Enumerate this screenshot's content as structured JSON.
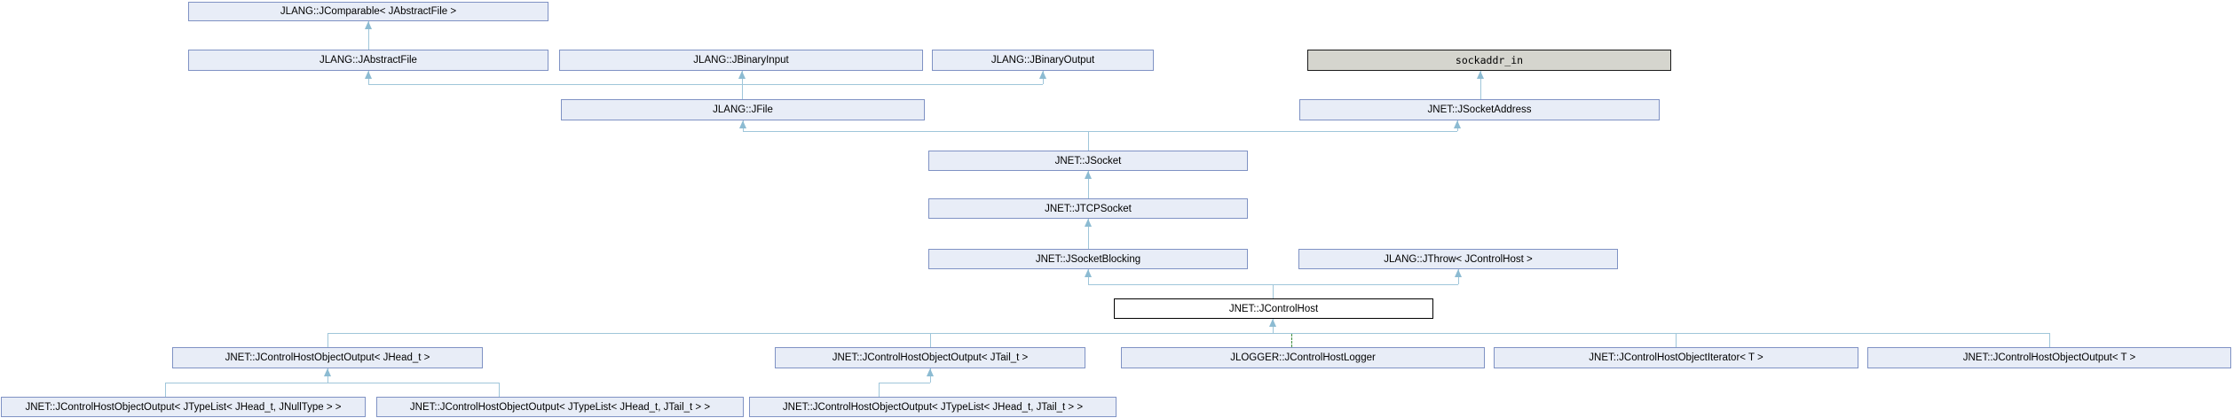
{
  "diagram": {
    "type": "class-inheritance-graph",
    "focus_class": "JNET::JControlHost",
    "colors": {
      "node_fill": "#E8EDF7",
      "node_border": "#7F92C4",
      "external_node_fill": "#D5D5CE",
      "external_node_border": "#1A1A1A",
      "focus_node_fill": "#FFFFFF",
      "focus_node_border": "#000000",
      "edge": "#9FC6DA",
      "arrowhead": "#8CBBD2",
      "protected_edge": "#3F8E3F",
      "background": "#FFFFFF"
    },
    "nodes": [
      {
        "label": "JLANG::JComparable< JAbstractFile >"
      },
      {
        "label": "JLANG::JAbstractFile"
      },
      {
        "label": "JLANG::JBinaryInput"
      },
      {
        "label": "JLANG::JBinaryOutput"
      },
      {
        "label": "sockaddr_in"
      },
      {
        "label": "JLANG::JFile"
      },
      {
        "label": "JNET::JSocketAddress"
      },
      {
        "label": "JNET::JSocket"
      },
      {
        "label": "JNET::JTCPSocket"
      },
      {
        "label": "JNET::JSocketBlocking"
      },
      {
        "label": "JLANG::JThrow< JControlHost >"
      },
      {
        "label": "JNET::JControlHost"
      },
      {
        "label": "JNET::JControlHostObjectOutput< JHead_t >"
      },
      {
        "label": "JNET::JControlHostObjectOutput< JTail_t >"
      },
      {
        "label": "JLOGGER::JControlHostLogger"
      },
      {
        "label": "JNET::JControlHostObjectIterator< T >"
      },
      {
        "label": "JNET::JControlHostObjectOutput< T >"
      },
      {
        "label": "JNET::JControlHostObjectOutput< JTypeList< JHead_t, JNullType > >"
      },
      {
        "label": "JNET::JControlHostObjectOutput< JTypeList< JHead_t, JTail_t > >"
      },
      {
        "label": "JNET::JControlHostObjectOutput< JTypeList< JHead_t, JTail_t > >"
      }
    ]
  }
}
